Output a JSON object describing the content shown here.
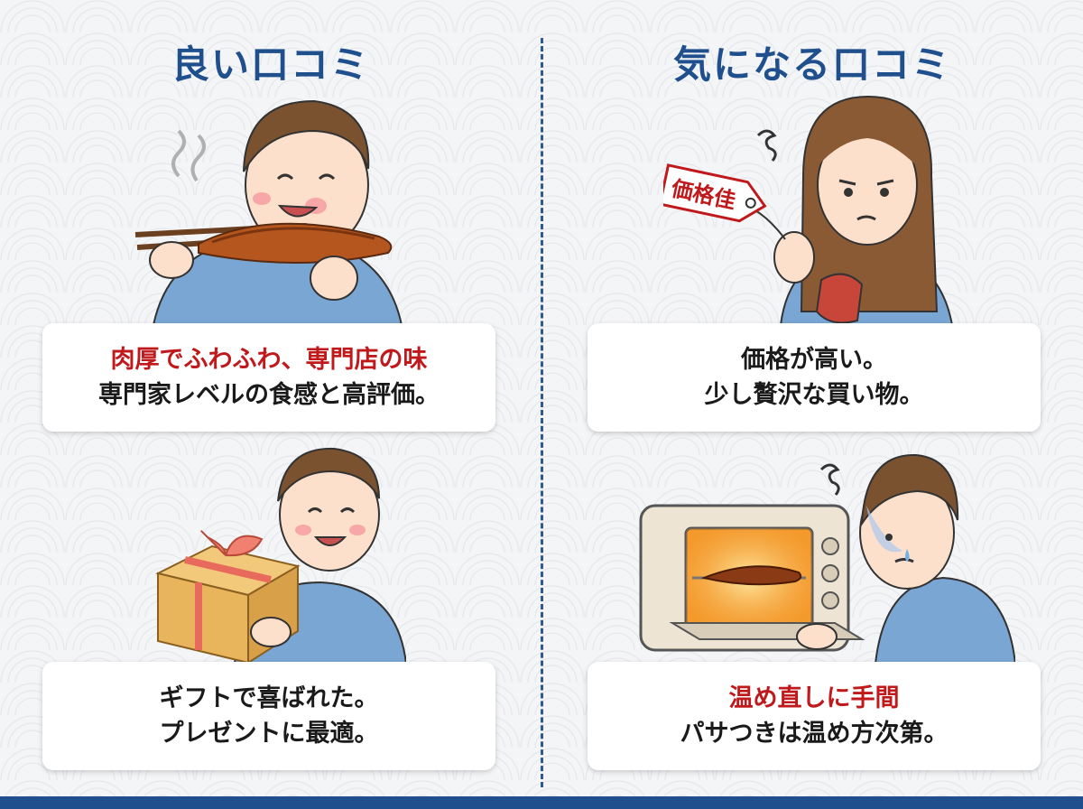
{
  "good": {
    "title": "良い口コミ",
    "card1": {
      "highlight": "肉厚でふわふわ、専門店の味",
      "text": "専門家レベルの食感と高評価。"
    },
    "card2": {
      "line1": "ギフトで喜ばれた。",
      "line2": "プレゼントに最適。"
    }
  },
  "concern": {
    "title": "気になる口コミ",
    "tag": "価格佳",
    "card1": {
      "line1": "価格が高い。",
      "line2": "少し贅沢な買い物。"
    },
    "card2": {
      "highlight": "温め直しに手間",
      "text": "パサつきは温め方次第。"
    }
  },
  "colors": {
    "accent": "#1f4f8c",
    "highlight": "#c0191c"
  }
}
